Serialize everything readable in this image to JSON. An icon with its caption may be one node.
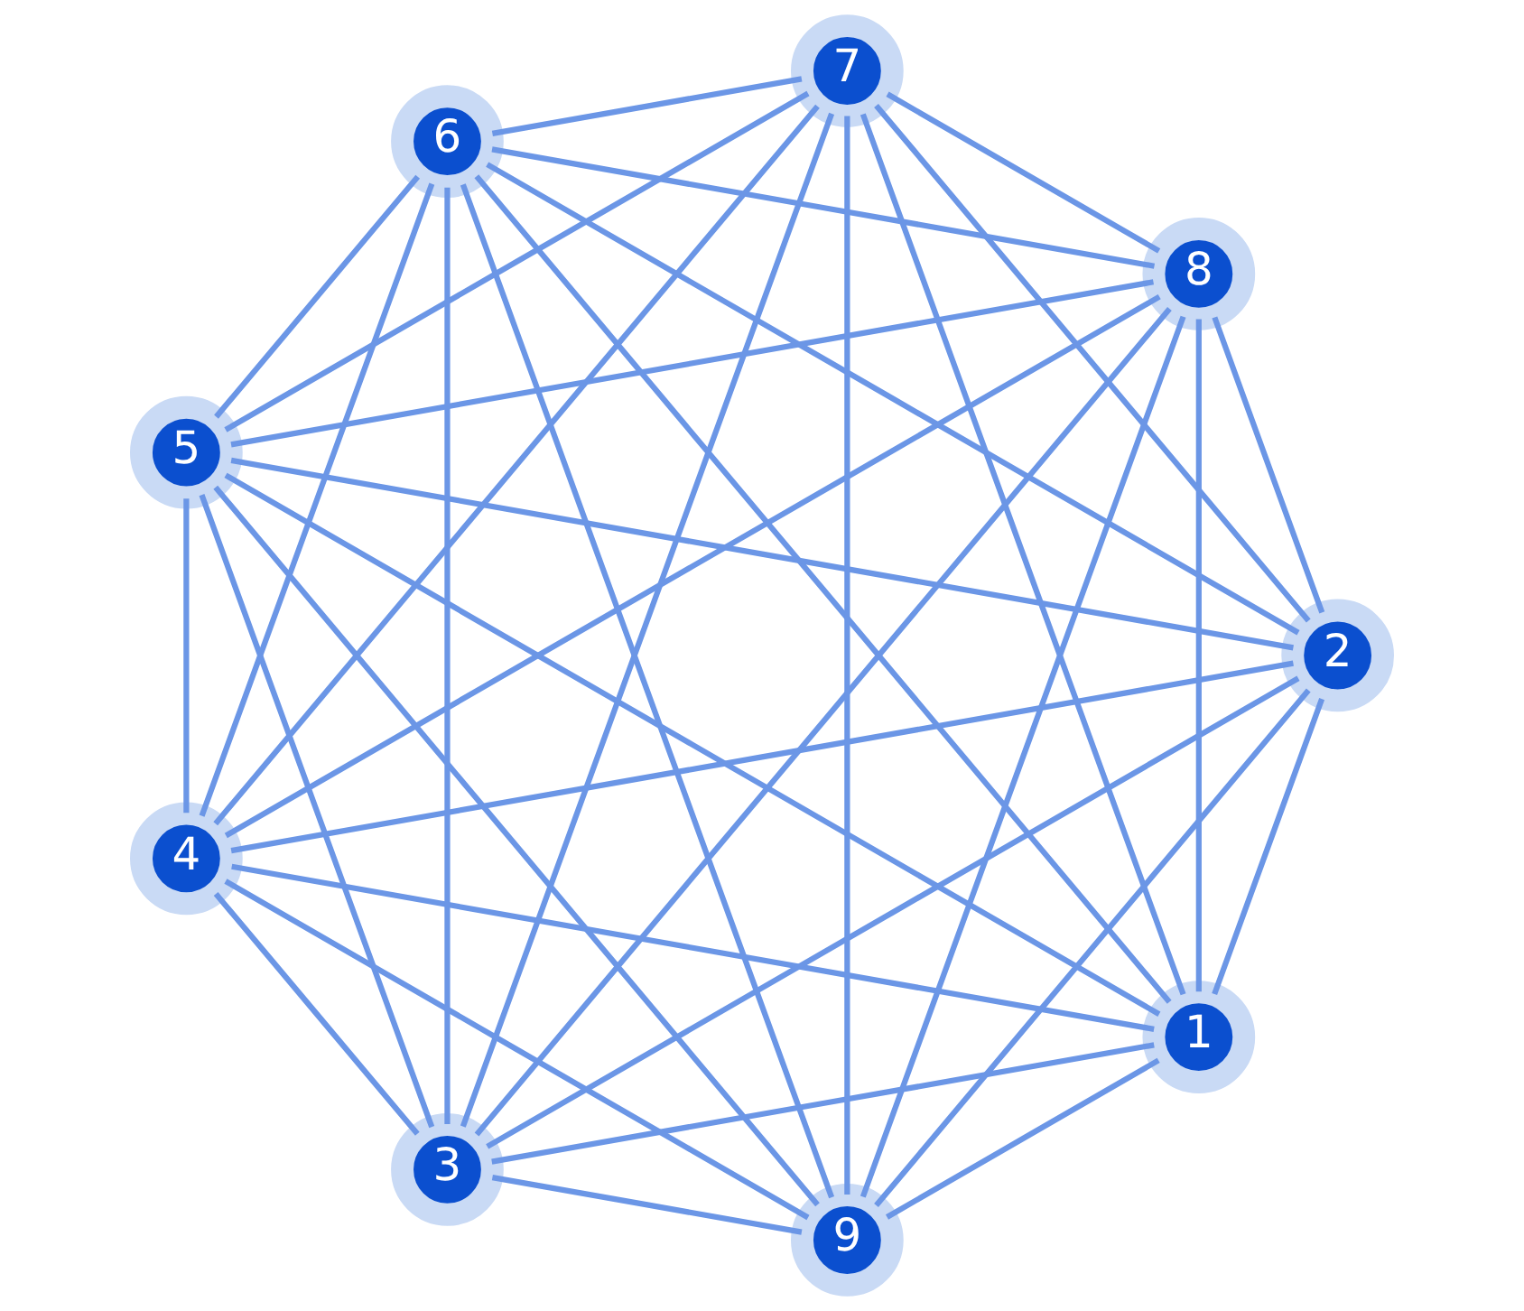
{
  "diagram": {
    "nodes": [
      {
        "text": [
          "1"
        ]
      },
      {
        "text": [
          "2"
        ]
      },
      {
        "text": [
          "3"
        ]
      },
      {
        "text": [
          "4"
        ]
      },
      {
        "text": [
          "5"
        ]
      },
      {
        "text": [
          "6"
        ]
      },
      {
        "text": [
          "7"
        ]
      },
      {
        "text": [
          "8"
        ]
      },
      {
        "text": [
          "9"
        ]
      }
    ],
    "edges": [
      {
        "from": 0,
        "to": 1,
        "arrow": "none"
      },
      {
        "from": 0,
        "to": 2,
        "arrow": "none"
      },
      {
        "from": 0,
        "to": 3,
        "arrow": "none"
      },
      {
        "from": 0,
        "to": 4,
        "arrow": "none"
      },
      {
        "from": 0,
        "to": 5,
        "arrow": "none"
      },
      {
        "from": 0,
        "to": 6,
        "arrow": "none"
      },
      {
        "from": 0,
        "to": 7,
        "arrow": "none"
      },
      {
        "from": 0,
        "to": 8,
        "arrow": "none"
      },
      {
        "from": 1,
        "to": 2,
        "arrow": "none"
      },
      {
        "from": 1,
        "to": 3,
        "arrow": "none"
      },
      {
        "from": 1,
        "to": 4,
        "arrow": "none"
      },
      {
        "from": 1,
        "to": 5,
        "arrow": "none"
      },
      {
        "from": 1,
        "to": 6,
        "arrow": "none"
      },
      {
        "from": 1,
        "to": 7,
        "arrow": "none"
      },
      {
        "from": 1,
        "to": 8,
        "arrow": "none"
      },
      {
        "from": 2,
        "to": 3,
        "arrow": "none"
      },
      {
        "from": 2,
        "to": 4,
        "arrow": "none"
      },
      {
        "from": 2,
        "to": 5,
        "arrow": "none"
      },
      {
        "from": 2,
        "to": 6,
        "arrow": "none"
      },
      {
        "from": 2,
        "to": 7,
        "arrow": "none"
      },
      {
        "from": 2,
        "to": 8,
        "arrow": "none"
      },
      {
        "from": 3,
        "to": 4,
        "arrow": "none"
      },
      {
        "from": 3,
        "to": 5,
        "arrow": "none"
      },
      {
        "from": 3,
        "to": 6,
        "arrow": "none"
      },
      {
        "from": 3,
        "to": 7,
        "arrow": "none"
      },
      {
        "from": 3,
        "to": 8,
        "arrow": "none"
      },
      {
        "from": 4,
        "to": 5,
        "arrow": "none"
      },
      {
        "from": 4,
        "to": 6,
        "arrow": "none"
      },
      {
        "from": 4,
        "to": 7,
        "arrow": "none"
      },
      {
        "from": 4,
        "to": 8,
        "arrow": "none"
      },
      {
        "from": 5,
        "to": 6,
        "arrow": "none"
      },
      {
        "from": 5,
        "to": 7,
        "arrow": "none"
      },
      {
        "from": 5,
        "to": 8,
        "arrow": "none"
      },
      {
        "from": 6,
        "to": 7,
        "arrow": "none"
      },
      {
        "from": 6,
        "to": 8,
        "arrow": "none"
      },
      {
        "from": 7,
        "to": 8,
        "arrow": "none"
      }
    ]
  }
}
